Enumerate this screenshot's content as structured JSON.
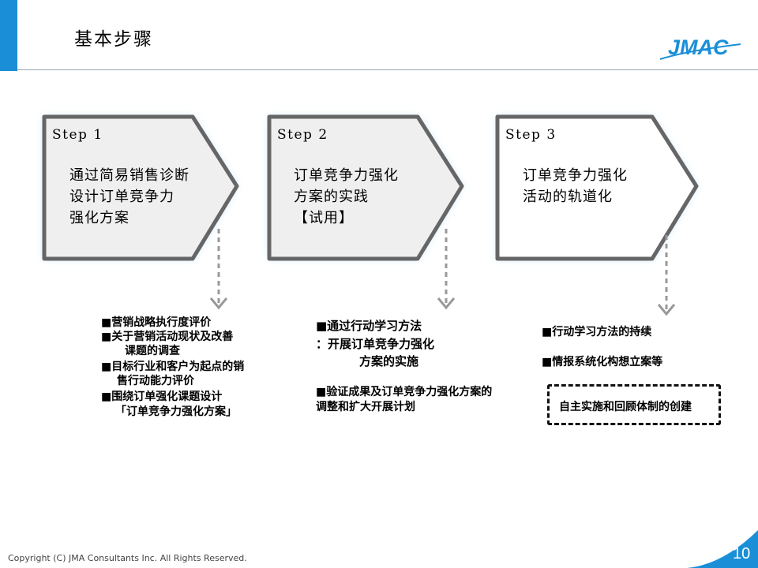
{
  "header": {
    "title": "基本步骤",
    "logo_text": "JMAC"
  },
  "colors": {
    "accent": "#1a8fd8",
    "step_border": "#666666",
    "glow": "#a9d8f2"
  },
  "steps": [
    {
      "label": "Step 1",
      "lines": [
        "通过简易销售诊断",
        "设计订单竞争力",
        "强化方案"
      ]
    },
    {
      "label": "Step 2",
      "lines": [
        "订单竞争力强化",
        "方案的实践",
        "【试用】"
      ]
    },
    {
      "label": "Step 3",
      "lines": [
        "订单竞争力强化",
        "活动的轨道化"
      ]
    }
  ],
  "notes_step1": [
    "■营销战略执行度评价",
    "■关于营销活动现状及改善",
    "课题的调查",
    "■目标行业和客户为起点的销",
    "售行动能力评价",
    "■围绕订单强化课题设计",
    "「订单竞争力强化方案」"
  ],
  "notes_step2": [
    "■通过行动学习方法",
    "：开展订单竞争力强化",
    "方案的实施",
    "■验证成果及订单竞争力强化方案的",
    "调整和扩大开展计划"
  ],
  "notes_step3": [
    "■行动学习方法的持续",
    "■情报系统化构想立案等"
  ],
  "dashed_box_text": "自主实施和回顾体制的创建",
  "footer": {
    "copyright": "Copyright (C) JMA Consultants Inc. All Rights Reserved.",
    "page_number": "10"
  }
}
